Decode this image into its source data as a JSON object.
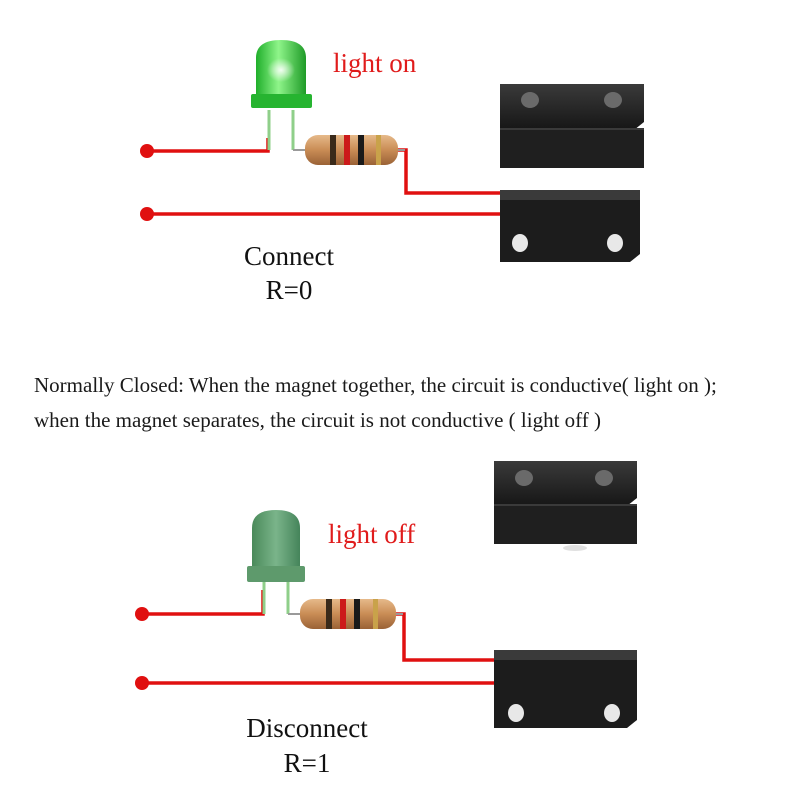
{
  "panel_top": {
    "light_label": "light on",
    "state_label": "Connect",
    "resistance_label": "R=0"
  },
  "description": {
    "line1": "Normally Closed: When the magnet together, the circuit is conductive( light on );",
    "line2": "when the magnet separates, the circuit is not conductive ( light off )"
  },
  "panel_bottom": {
    "light_label": "light off",
    "state_label": "Disconnect",
    "resistance_label": "R=1"
  },
  "colors": {
    "wire": "#e01010",
    "led_on": "#3ddc3a",
    "led_off": "#5e9a6c",
    "magnet": "#1f1f1f",
    "label_red": "#e01b1b"
  }
}
